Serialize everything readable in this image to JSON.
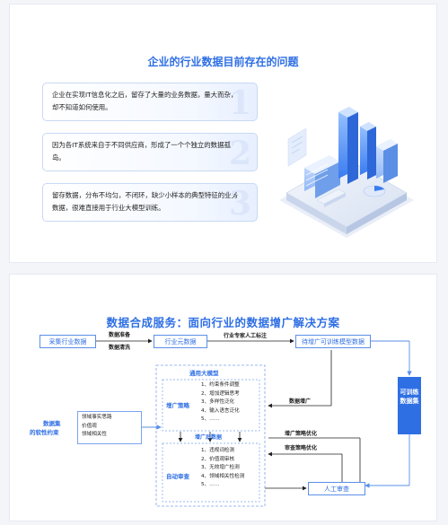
{
  "panel1": {
    "title": "企业的行业数据目前存在的问题",
    "cards": [
      {
        "text": "企业在实现IT信息化之后，留存了大量的业务数据，量大而杂，却不知道如何使用。",
        "num": "1"
      },
      {
        "text": "因为各IT系统来自于不同供应商，形成了一个个独立的数据孤岛。",
        "num": "2"
      },
      {
        "text": "留存数据，分布不均匀，不闭环，缺少小样本的典型特征的业务数据，很难直接用于行业大模型训练。",
        "num": "3"
      }
    ]
  },
  "panel2": {
    "title": "数据合成服务：面向行业的数据增广解决方案",
    "collect": "采集行业数据",
    "clean1": "数据准备",
    "clean2": "数据清洗",
    "meta": "行业元数据",
    "expert": "行业专家人工标注",
    "tobe": "待增广可训练模型数据",
    "trainable": "可训练数据集",
    "general_model": "通用大模型",
    "strategy": "增广策略",
    "strategy_items": [
      "1、约束条件调整",
      "2、增加逻辑思考",
      "3、多样性泛化",
      "4、输入语言泛化",
      "5、……"
    ],
    "augmented": "增广后数据",
    "audit": "自动审查",
    "audit_items": [
      "1、违规词检测",
      "2、价值观审核",
      "3、无效增广检测",
      "4、领域相关性检测",
      "5、……"
    ],
    "left_label1": "数据集",
    "left_label2": "的软性约束",
    "constraints": [
      "领域事实思路",
      "价值观",
      "领域相关性"
    ],
    "data_aug": "数据增广",
    "opt1": "增广策略优化",
    "opt2": "审查策略优化",
    "manual": "人工审查"
  }
}
